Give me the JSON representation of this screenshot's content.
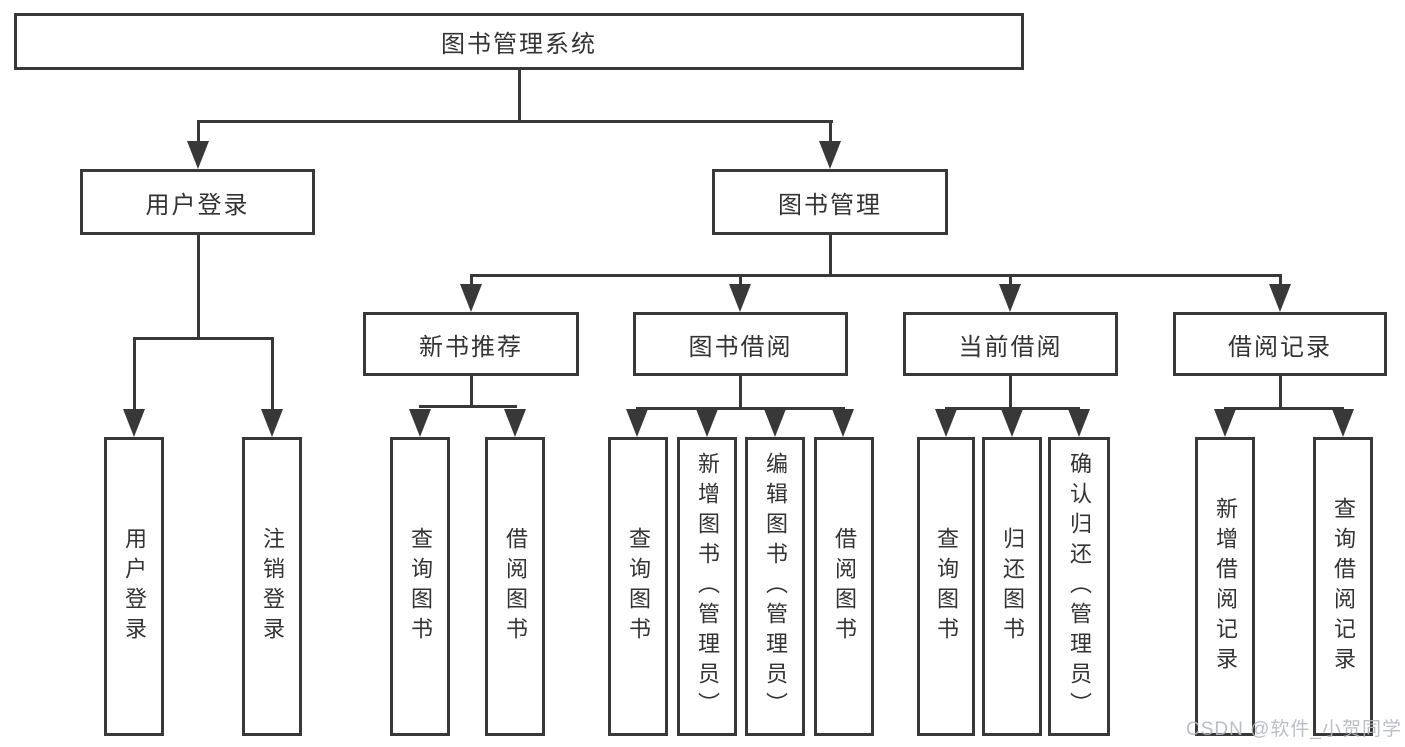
{
  "diagram": {
    "root": {
      "label": "图书管理系统"
    },
    "branches": [
      {
        "label": "用户登录",
        "children": [
          {
            "label": "用户登录"
          },
          {
            "label": "注销登录"
          }
        ]
      },
      {
        "label": "图书管理",
        "children": [
          {
            "label": "新书推荐",
            "children": [
              {
                "label": "查询图书"
              },
              {
                "label": "借阅图书"
              }
            ]
          },
          {
            "label": "图书借阅",
            "children": [
              {
                "label": "查询图书"
              },
              {
                "label": "新增图书（管理员）"
              },
              {
                "label": "编辑图书（管理员）"
              },
              {
                "label": "借阅图书"
              }
            ]
          },
          {
            "label": "当前借阅",
            "children": [
              {
                "label": "查询图书"
              },
              {
                "label": "归还图书"
              },
              {
                "label": "确认归还（管理员）"
              }
            ]
          },
          {
            "label": "借阅记录",
            "children": [
              {
                "label": "新增借阅记录"
              },
              {
                "label": "查询借阅记录"
              }
            ]
          }
        ]
      }
    ]
  },
  "watermark": {
    "text": "CSDN @软件_小贺同学"
  },
  "colors": {
    "line": "#383838",
    "text": "#333333",
    "watermark": "#b4b8c0",
    "background": "#ffffff"
  }
}
